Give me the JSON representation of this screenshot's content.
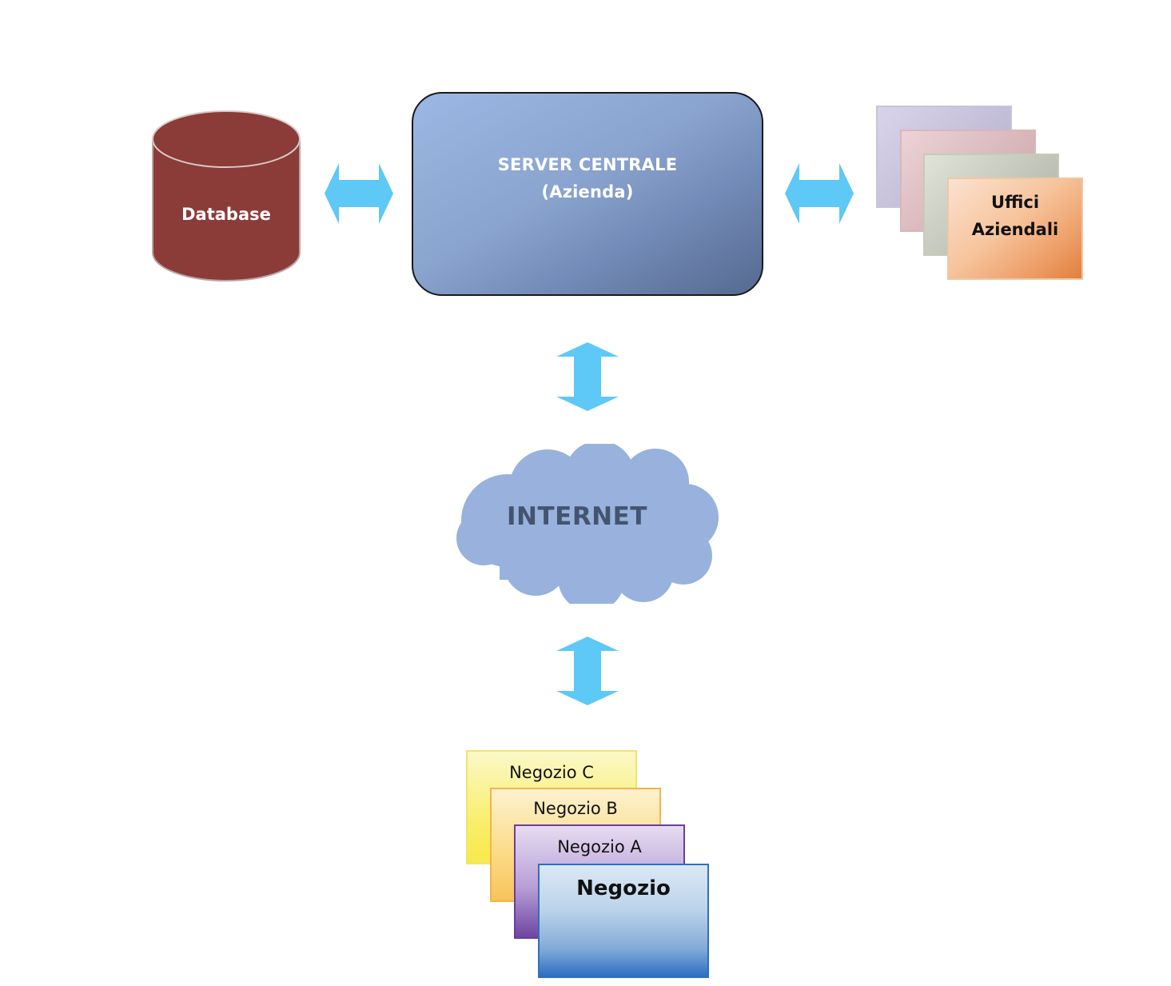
{
  "database": {
    "label": "Database"
  },
  "server": {
    "line1": "SERVER CENTRALE",
    "line2": "(Azienda)"
  },
  "offices": {
    "line1": "Uffici",
    "line2": "Aziendali"
  },
  "internet": {
    "label": "INTERNET"
  },
  "shops": {
    "c": "Negozio C",
    "b": "Negozio B",
    "a": "Negozio A",
    "main": "Negozio"
  },
  "colors": {
    "arrow": "#5ec8f7",
    "database": "#8b3c38",
    "cloud": "#98b2dd",
    "server": "#8aa4cf"
  }
}
